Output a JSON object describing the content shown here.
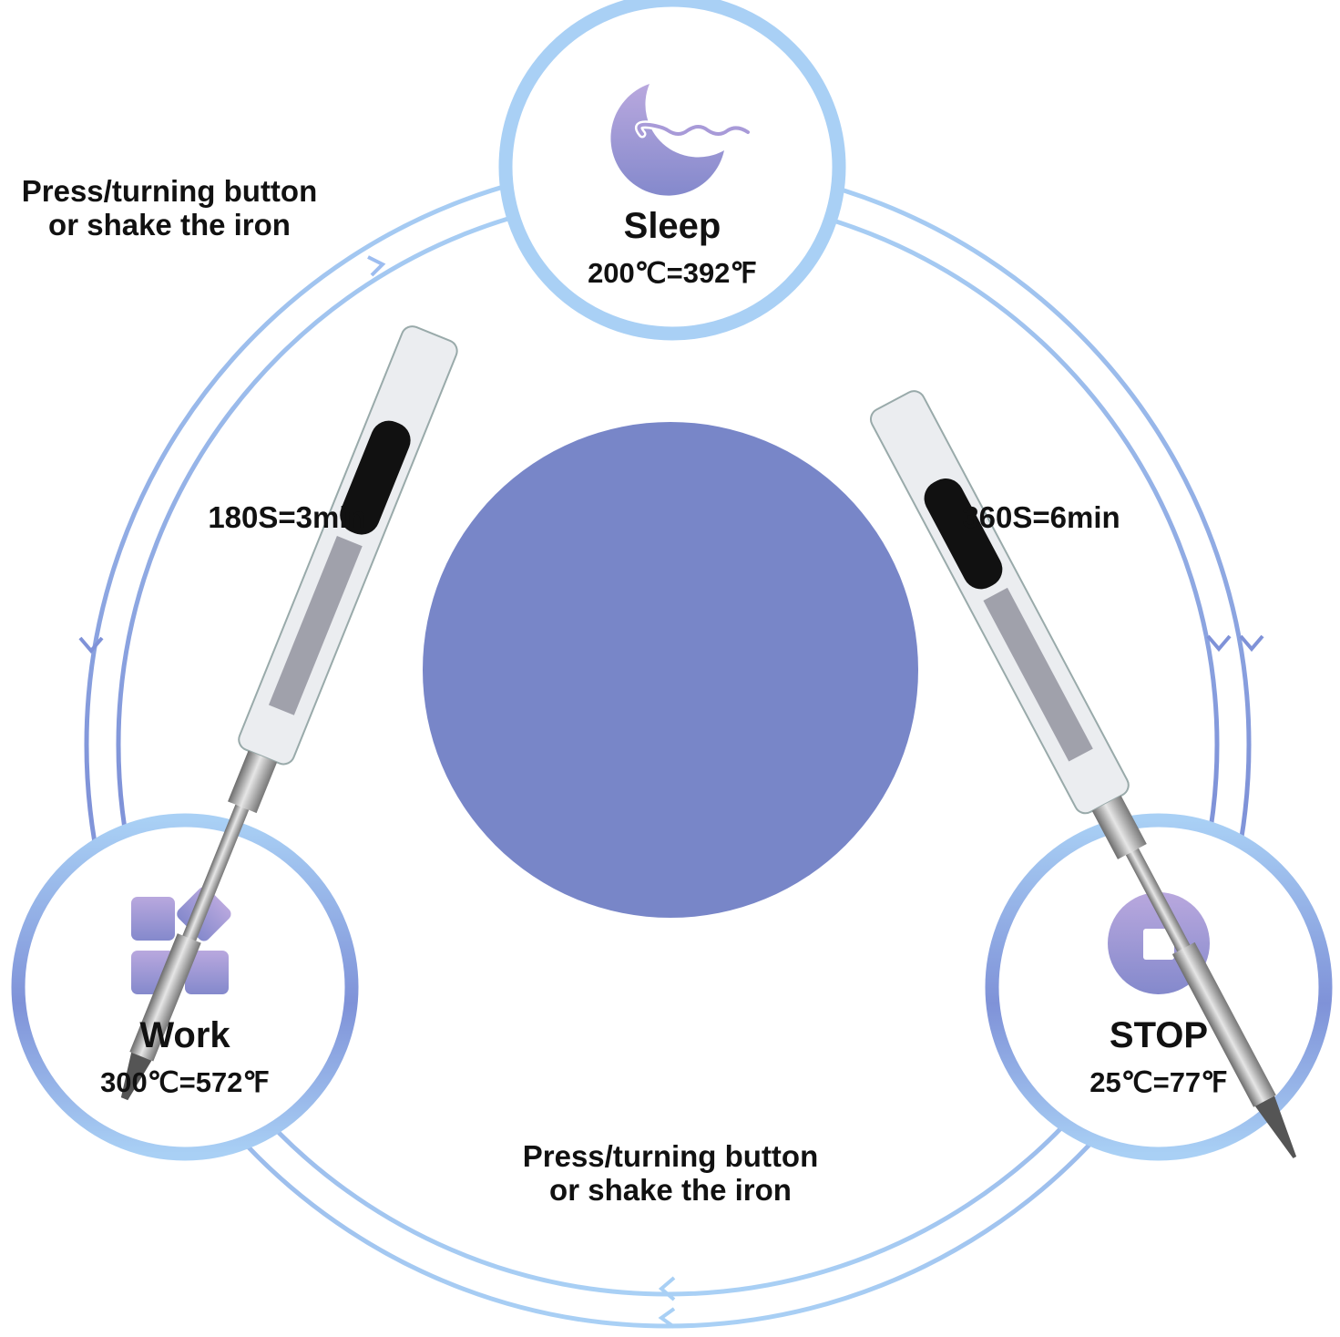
{
  "states": {
    "sleep": {
      "label": "Sleep",
      "temp": "200℃=392℉",
      "icon": "moon-icon"
    },
    "work": {
      "label": "Work",
      "temp": "300℃=572℉",
      "icon": "apps-grid-icon"
    },
    "stop": {
      "label": "STOP",
      "temp": "25℃=77℉",
      "icon": "stop-icon"
    }
  },
  "transitions": {
    "work_to_sleep": "180S=3min",
    "sleep_to_stop": "360S=6min",
    "wake_top_line1": "Press/turning button",
    "wake_top_line2": "or shake the iron",
    "wake_bottom_line1": "Press/turning button",
    "wake_bottom_line2": "or shake the iron"
  },
  "colors": {
    "ring_light": "#a9d0f5",
    "ring_dark": "#7f92d8",
    "center_disc": "#7886c8",
    "icon_top": "#b7a6dd",
    "icon_bottom": "#8589cc"
  }
}
